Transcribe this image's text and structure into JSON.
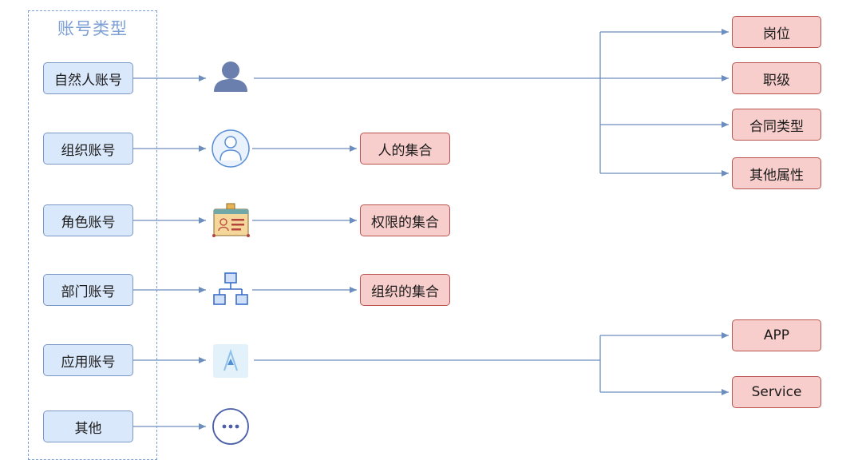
{
  "group_title": "账号类型",
  "account_types": [
    {
      "label": "自然人账号",
      "icon": "person-icon"
    },
    {
      "label": "组织账号",
      "icon": "user-circle-icon"
    },
    {
      "label": "角色账号",
      "icon": "id-badge-icon"
    },
    {
      "label": "部门账号",
      "icon": "org-chart-icon"
    },
    {
      "label": "应用账号",
      "icon": "app-icon"
    },
    {
      "label": "其他",
      "icon": "more-icon"
    }
  ],
  "collections": [
    "人的集合",
    "权限的集合",
    "组织的集合"
  ],
  "person_attributes": [
    "岗位",
    "职级",
    "合同类型",
    "其他属性"
  ],
  "app_targets": [
    "APP",
    "Service"
  ],
  "colors": {
    "blue_fill": "#dae8fc",
    "blue_stroke": "#7a97c7",
    "red_fill": "#f8cecc",
    "red_stroke": "#b85450",
    "connector": "#6c8ebf"
  }
}
